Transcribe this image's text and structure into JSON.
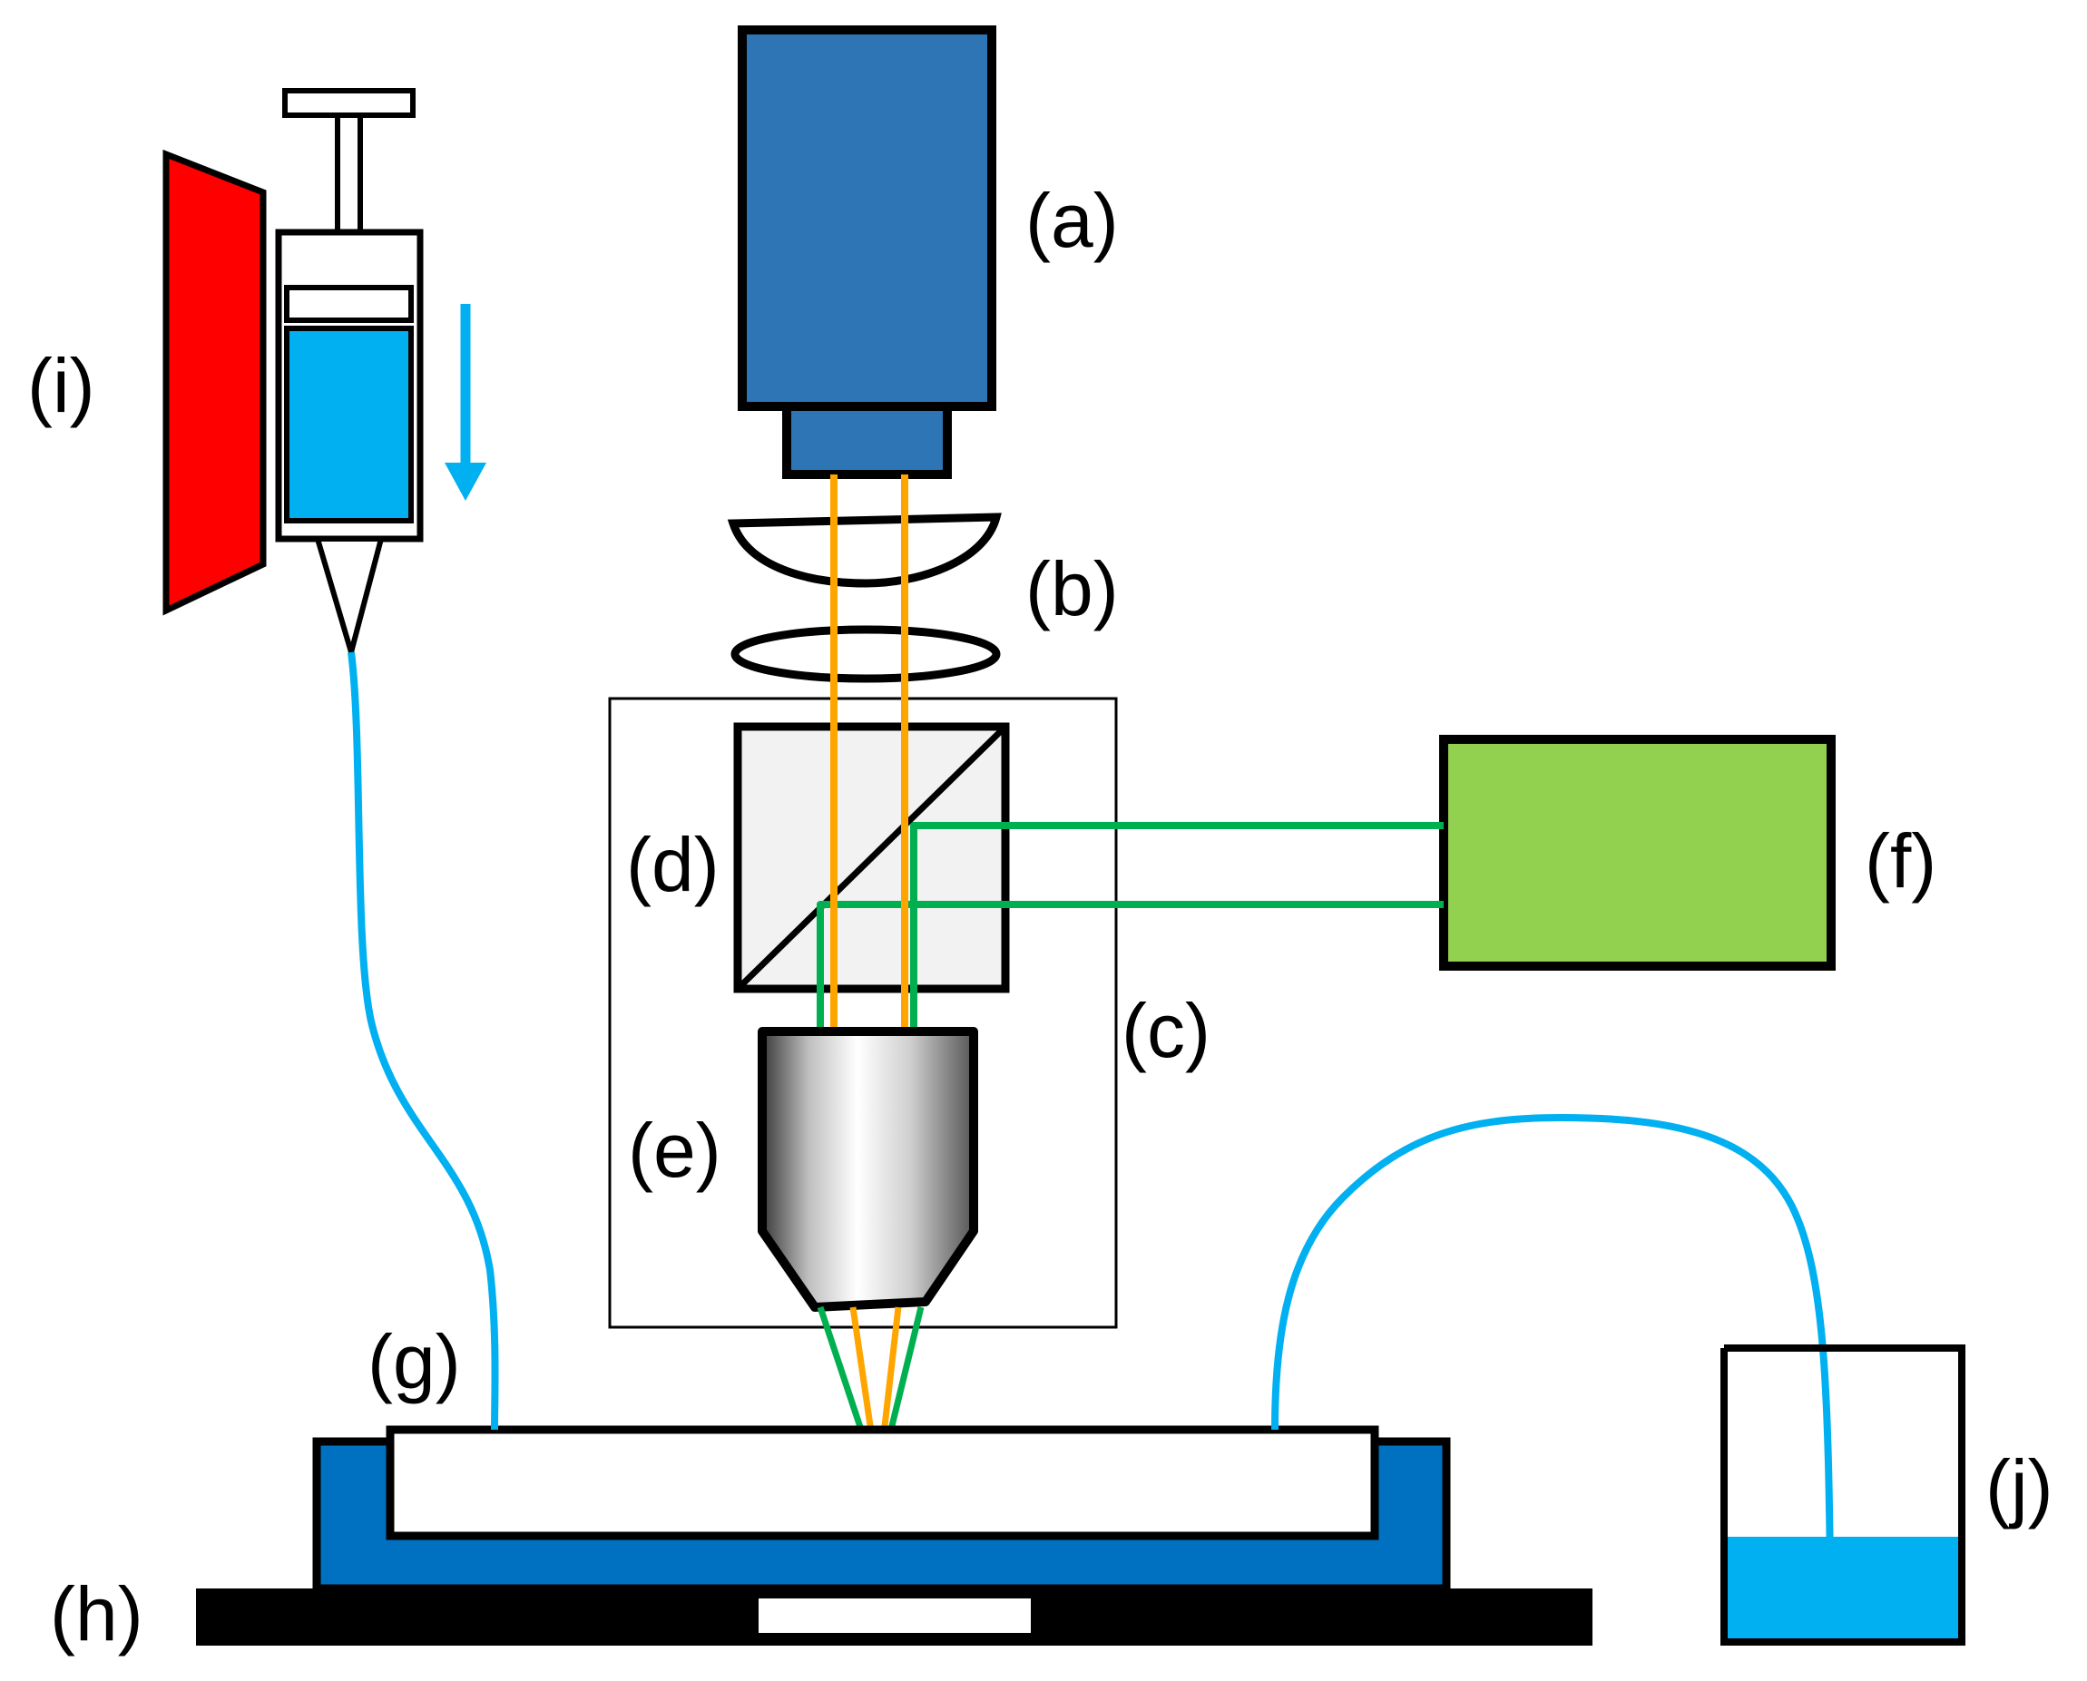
{
  "labels": {
    "a": "(a)",
    "b": "(b)",
    "c": "(c)",
    "d": "(d)",
    "e": "(e)",
    "f": "(f)",
    "g": "(g)",
    "h": "(h)",
    "i": "(i)",
    "j": "(j)"
  },
  "colors": {
    "camera": "#2E75B6",
    "laser": "#92D050",
    "pump_clamp": "#FF0000",
    "liquid": "#00B0F0",
    "tubing": "#00B0F0",
    "stage_holder": "#0070C0",
    "stage_base": "#000000",
    "imaging_beam": "#FFA500",
    "laser_beam": "#00B050",
    "beam_splitter_fill": "#F2F2F2",
    "outline": "#000000"
  }
}
